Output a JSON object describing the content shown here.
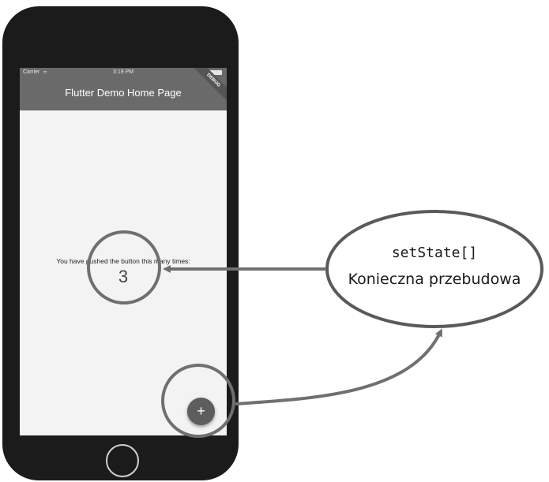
{
  "phone": {
    "status_bar": {
      "carrier": "Carrier",
      "time": "3:19 PM"
    },
    "app_title": "Flutter Demo Home Page",
    "debug_banner": "DEBUG",
    "message": "You have pushed the button this many times:",
    "counter_value": "3",
    "fab_label": "+"
  },
  "annotation": {
    "code_label": "setState[]",
    "caption": "Konieczna przebudowa"
  },
  "colors": {
    "phone_body": "#1b1b1b",
    "app_bar": "#6a6a6a",
    "highlight_stroke": "#6f6f6f",
    "arrow": "#707070"
  }
}
